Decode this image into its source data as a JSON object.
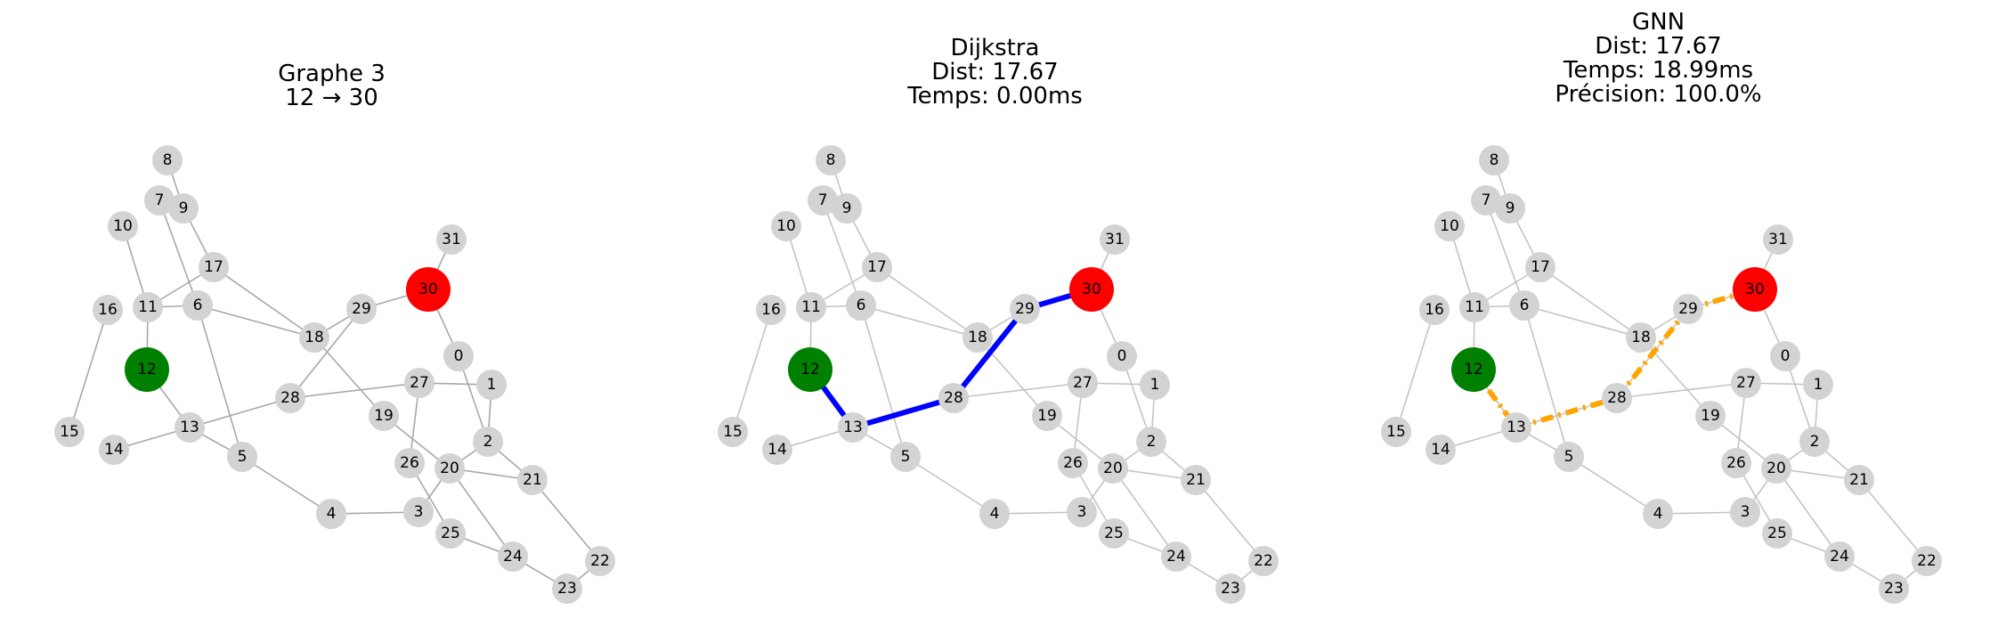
{
  "panels": [
    {
      "id": "graph",
      "title_lines": [
        "Graphe 3",
        "12 → 30"
      ],
      "path": [],
      "path_style": "none"
    },
    {
      "id": "dijkstra",
      "title_lines": [
        "Dijkstra",
        "Dist: 17.67",
        "Temps: 0.00ms"
      ],
      "path": [
        12,
        13,
        28,
        29,
        30
      ],
      "path_style": "solid"
    },
    {
      "id": "gnn",
      "title_lines": [
        "GNN",
        "Dist: 17.67",
        "Temps: 18.99ms",
        "Précision: 100.0%"
      ],
      "path": [
        12,
        13,
        28,
        29,
        30
      ],
      "path_style": "dashed"
    }
  ],
  "graph": {
    "source": 12,
    "target": 30,
    "nodes": [
      0,
      1,
      2,
      3,
      4,
      5,
      6,
      7,
      8,
      9,
      10,
      11,
      12,
      13,
      14,
      15,
      16,
      17,
      18,
      19,
      20,
      21,
      22,
      23,
      24,
      25,
      26,
      27,
      28,
      29,
      30,
      31
    ],
    "edges": [
      [
        8,
        9
      ],
      [
        7,
        9
      ],
      [
        7,
        6
      ],
      [
        9,
        17
      ],
      [
        10,
        11
      ],
      [
        17,
        11
      ],
      [
        17,
        18
      ],
      [
        11,
        6
      ],
      [
        11,
        12
      ],
      [
        6,
        18
      ],
      [
        6,
        5
      ],
      [
        16,
        15
      ],
      [
        12,
        13
      ],
      [
        13,
        14
      ],
      [
        13,
        28
      ],
      [
        13,
        5
      ],
      [
        18,
        29
      ],
      [
        18,
        19
      ],
      [
        29,
        30
      ],
      [
        28,
        29
      ],
      [
        28,
        27
      ],
      [
        30,
        31
      ],
      [
        30,
        0
      ],
      [
        0,
        2
      ],
      [
        27,
        1
      ],
      [
        1,
        2
      ],
      [
        27,
        26
      ],
      [
        19,
        20
      ],
      [
        2,
        20
      ],
      [
        2,
        21
      ],
      [
        20,
        21
      ],
      [
        20,
        24
      ],
      [
        20,
        3
      ],
      [
        3,
        4
      ],
      [
        5,
        4
      ],
      [
        26,
        25
      ],
      [
        24,
        23
      ],
      [
        23,
        22
      ],
      [
        21,
        22
      ],
      [
        25,
        24
      ]
    ]
  },
  "colors": {
    "node_default": "#d3d3d3",
    "node_source": "#008000",
    "node_target": "#ff0000",
    "edge_default": "#b0b0b0",
    "path_dijkstra": "#0000ff",
    "path_gnn": "#ffa500"
  }
}
